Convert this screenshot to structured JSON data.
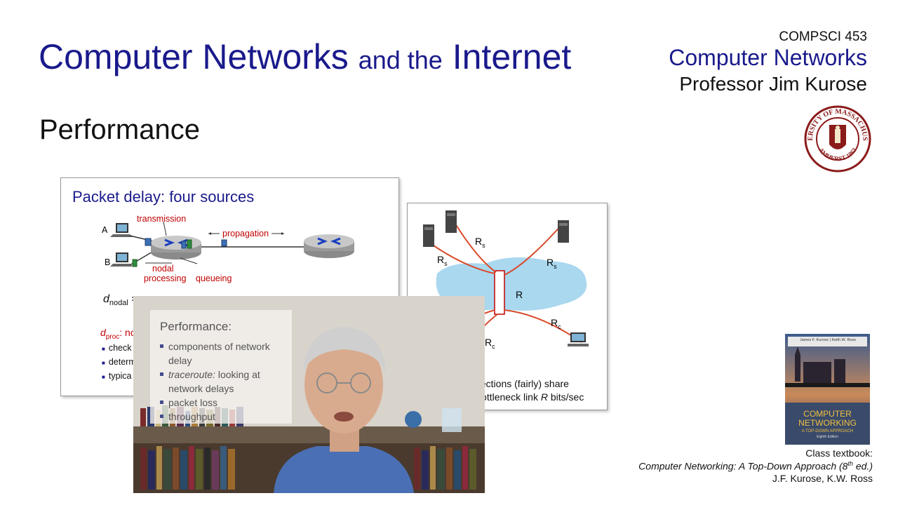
{
  "header": {
    "title_part1": "Computer Networks",
    "title_part2": "and the",
    "title_part3": "Internet",
    "course_code": "COMPSCI 453",
    "course_name": "Computer Networks",
    "professor": "Professor Jim Kurose"
  },
  "section_title": "Performance",
  "slide1": {
    "title": "Packet delay: four sources",
    "host_a": "A",
    "host_b": "B",
    "transmission": "transmission",
    "propagation": "propagation",
    "nodal_processing_line1": "nodal",
    "nodal_processing_line2": "processing",
    "queueing": "queueing",
    "d_nodal_d": "d",
    "d_nodal_sub": "nodal",
    "d_nodal_rest": " =",
    "d_proc_d": "d",
    "d_proc_sub": "proc",
    "d_proc_rest": ": no",
    "bullets": [
      "check",
      "determ",
      "typica"
    ]
  },
  "slide2": {
    "rs_label": "R",
    "rs_sub": "s",
    "rc_label": "R",
    "rc_sub": "c",
    "r_label": "R",
    "caption_line1": "10 connections (fairly) share",
    "caption_line2_pre": "backbone bottleneck link ",
    "caption_line2_r": "R",
    "caption_line2_post": " bits/sec"
  },
  "video_overlay": {
    "title": "Performance:",
    "items": [
      {
        "text": "components of network delay",
        "italic": ""
      },
      {
        "text": " looking at network delays",
        "italic": "traceroute:"
      },
      {
        "text": "packet loss",
        "italic": ""
      },
      {
        "text": "throughput",
        "italic": ""
      }
    ]
  },
  "seal_text": {
    "top": "UNIVERSITY OF MASSACHUSETTS",
    "bottom": "AMHERST 1863"
  },
  "book_cover": {
    "authors": "James F. Kurose | Keith W. Ross",
    "title_line1": "COMPUTER",
    "title_line2": "NETWORKING",
    "subtitle": "A TOP-DOWN APPROACH",
    "edition": "Eighth Edition"
  },
  "textbook": {
    "label": "Class textbook:",
    "title": "Computer Networking: A Top-Down Approach (8",
    "title_sup": "th",
    "title_end": " ed.)",
    "authors": "J.F. Kurose, K.W. Ross"
  },
  "colors": {
    "title_blue": "#1a1a8c",
    "accent_red": "#c00000",
    "umass_maroon": "#8b1a1a"
  }
}
